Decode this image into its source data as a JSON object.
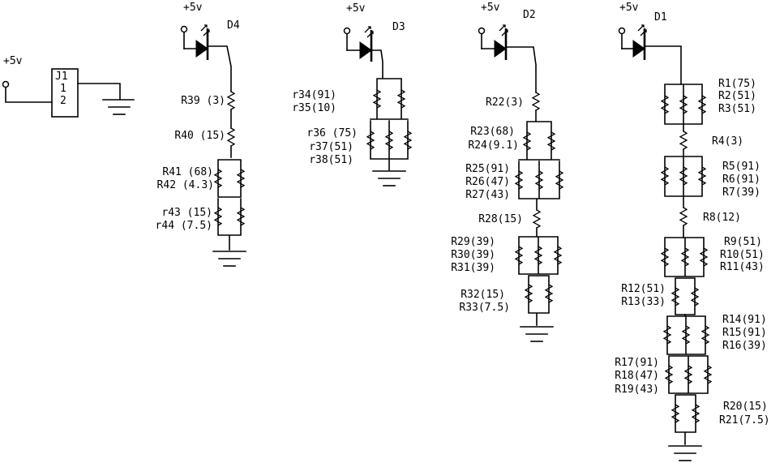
{
  "supply": {
    "label": "+5v"
  },
  "connector": {
    "name": "J1",
    "pins": [
      "1",
      "2"
    ]
  },
  "diodes": {
    "d4": "D4",
    "d3": "D3",
    "d2": "D2",
    "d1": "D1"
  },
  "labels": {
    "d4": {
      "r39": "R39 (3)",
      "r40": "R40 (15)",
      "r41": "R41 (68)",
      "r42": "R42 (4.3)",
      "r43": "r43 (15)",
      "r44": "r44 (7.5)"
    },
    "d3": {
      "r34": "r34(91)",
      "r35": "r35(10)",
      "r36": "r36 (75)",
      "r37": "r37(51)",
      "r38": "r38(51)"
    },
    "d2": {
      "r22": "R22(3)",
      "r23": "R23(68)",
      "r24": "R24(9.1)",
      "r25": "R25(91)",
      "r26": "R26(47)",
      "r27": "R27(43)",
      "r28": "R28(15)",
      "r29": "R29(39)",
      "r30": "R30(39)",
      "r31": "R31(39)",
      "r32": "R32(15)",
      "r33": "R33(7.5)"
    },
    "d1": {
      "r1": "R1(75)",
      "r2": "R2(51)",
      "r3": "R3(51)",
      "r4": "R4(3)",
      "r5": "R5(91)",
      "r6": "R6(91)",
      "r7": "R7(39)",
      "r8": "R8(12)",
      "r9": "R9(51)",
      "r10": "R10(51)",
      "r11": "R11(43)",
      "r12": "R12(51)",
      "r13": "R13(33)",
      "r14": "R14(91)",
      "r15": "R15(91)",
      "r16": "R16(39)",
      "r17": "R17(91)",
      "r18": "R18(47)",
      "r19": "R19(43)",
      "r20": "R20(15)",
      "r21": "R21(7.5)"
    }
  }
}
